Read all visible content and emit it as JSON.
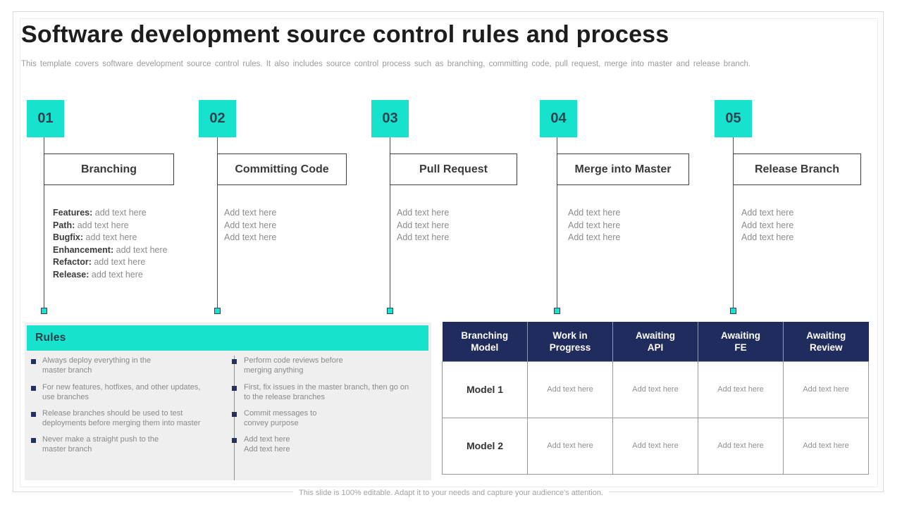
{
  "slide": {
    "title": "Software development source control rules and process",
    "subtitle": "This template covers software development source control rules. It also includes source control process such as branching, committing code, pull request, merge into master and release branch.",
    "footer": "This slide is 100% editable. Adapt it to your needs and capture your audience's attention."
  },
  "colors": {
    "accent_teal": "#17E2CE",
    "navy": "#202B5E",
    "panel_gray": "#EFEFEF",
    "text_gray": "#8C8C8C",
    "text_dark": "#3C3C3C"
  },
  "steps": [
    {
      "number": "01",
      "label": "Branching",
      "lines": [
        {
          "term": "Features:",
          "text": " add text here"
        },
        {
          "term": "Path:",
          "text": " add text here"
        },
        {
          "term": "Bugfix:",
          "text": " add text here"
        },
        {
          "term": "Enhancement:",
          "text": " add text here"
        },
        {
          "term": "Refactor:",
          "text": " add text here"
        },
        {
          "term": "Release:",
          "text": " add text here"
        }
      ]
    },
    {
      "number": "02",
      "label": "Committing Code",
      "lines": [
        {
          "term": "",
          "text": "Add text here"
        },
        {
          "term": "",
          "text": "Add text here"
        },
        {
          "term": "",
          "text": "Add text here"
        }
      ]
    },
    {
      "number": "03",
      "label": "Pull Request",
      "lines": [
        {
          "term": "",
          "text": "Add text here"
        },
        {
          "term": "",
          "text": "Add text here"
        },
        {
          "term": "",
          "text": "Add text here"
        }
      ]
    },
    {
      "number": "04",
      "label": "Merge into Master",
      "lines": [
        {
          "term": "",
          "text": "Add text here"
        },
        {
          "term": "",
          "text": "Add text here"
        },
        {
          "term": "",
          "text": "Add text here"
        }
      ]
    },
    {
      "number": "05",
      "label": "Release Branch",
      "lines": [
        {
          "term": "",
          "text": "Add text here"
        },
        {
          "term": "",
          "text": "Add text here"
        },
        {
          "term": "",
          "text": "Add text here"
        }
      ]
    }
  ],
  "rules": {
    "header": "Rules",
    "left": [
      {
        "line1": "Always deploy everything in the",
        "line2": "master branch"
      },
      {
        "line1": "For new features, hotfixes, and other updates,",
        "line2": "use branches"
      },
      {
        "line1": "Release branches should be used to test",
        "line2": "deployments before merging them into master"
      },
      {
        "line1": "Never make a straight push to the",
        "line2": "master branch"
      }
    ],
    "right": [
      {
        "line1": "Perform code reviews before",
        "line2": "merging anything"
      },
      {
        "line1": "First, fix issues in the master branch, then go on",
        "line2": "to the release branches"
      },
      {
        "line1": "Commit messages to",
        "line2": "convey purpose"
      },
      {
        "line1": "Add text here",
        "line2": "Add text here"
      }
    ]
  },
  "table": {
    "headers": [
      "Branching\nModel",
      "Work in\nProgress",
      "Awaiting\nAPI",
      "Awaiting\nFE",
      "Awaiting\nReview"
    ],
    "rows": [
      {
        "model": "Model 1",
        "cells": [
          "Add text here",
          "Add text here",
          "Add text here",
          "Add text here"
        ]
      },
      {
        "model": "Model 2",
        "cells": [
          "Add text here",
          "Add text here",
          "Add text here",
          "Add text here"
        ]
      }
    ]
  }
}
